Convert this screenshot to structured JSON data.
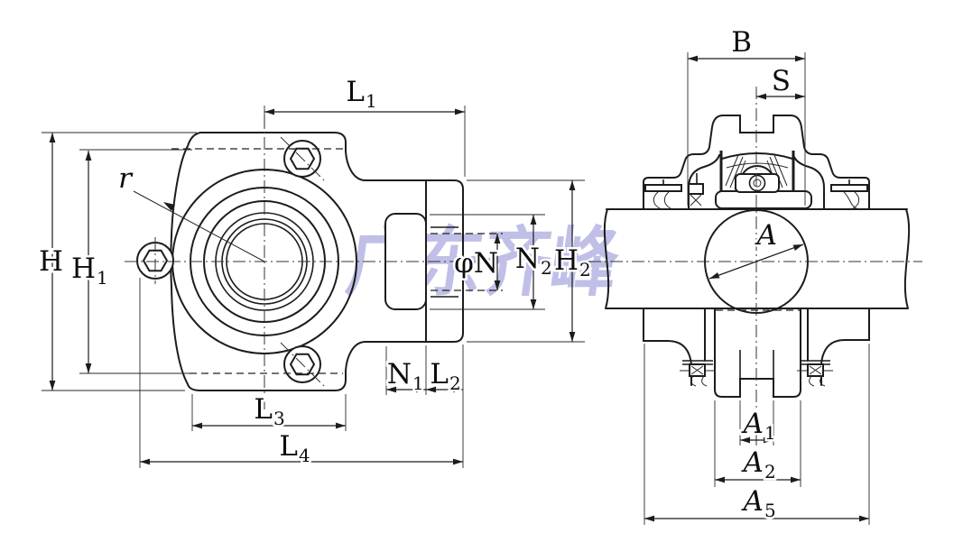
{
  "watermark": {
    "text": "广东齐峰",
    "color": "rgba(138,138,212,0.55)"
  },
  "colors": {
    "ink": "#1c1c1c",
    "watermark_blue": "#8a8ad4",
    "background": "#ffffff"
  },
  "front_view": {
    "labels": {
      "h": {
        "base": "H"
      },
      "h1": {
        "base": "H",
        "sub": "1"
      },
      "r": {
        "base": "r"
      },
      "l1": {
        "base": "L",
        "sub": "1"
      },
      "n1": {
        "base": "N",
        "sub": "1"
      },
      "l2": {
        "base": "L",
        "sub": "2"
      },
      "l3": {
        "base": "L",
        "sub": "3"
      },
      "l4": {
        "base": "L",
        "sub": "4"
      },
      "phi_n": {
        "base": "φN"
      },
      "n2": {
        "base": "N",
        "sub": "2"
      },
      "h2": {
        "base": "H",
        "sub": "2"
      }
    }
  },
  "section_view": {
    "labels": {
      "b": {
        "base": "B"
      },
      "s": {
        "base": "S"
      },
      "a": {
        "base": "A"
      },
      "a1": {
        "base": "A",
        "sub": "1"
      },
      "a2": {
        "base": "A",
        "sub": "2"
      },
      "a5": {
        "base": "A",
        "sub": "5"
      }
    }
  }
}
